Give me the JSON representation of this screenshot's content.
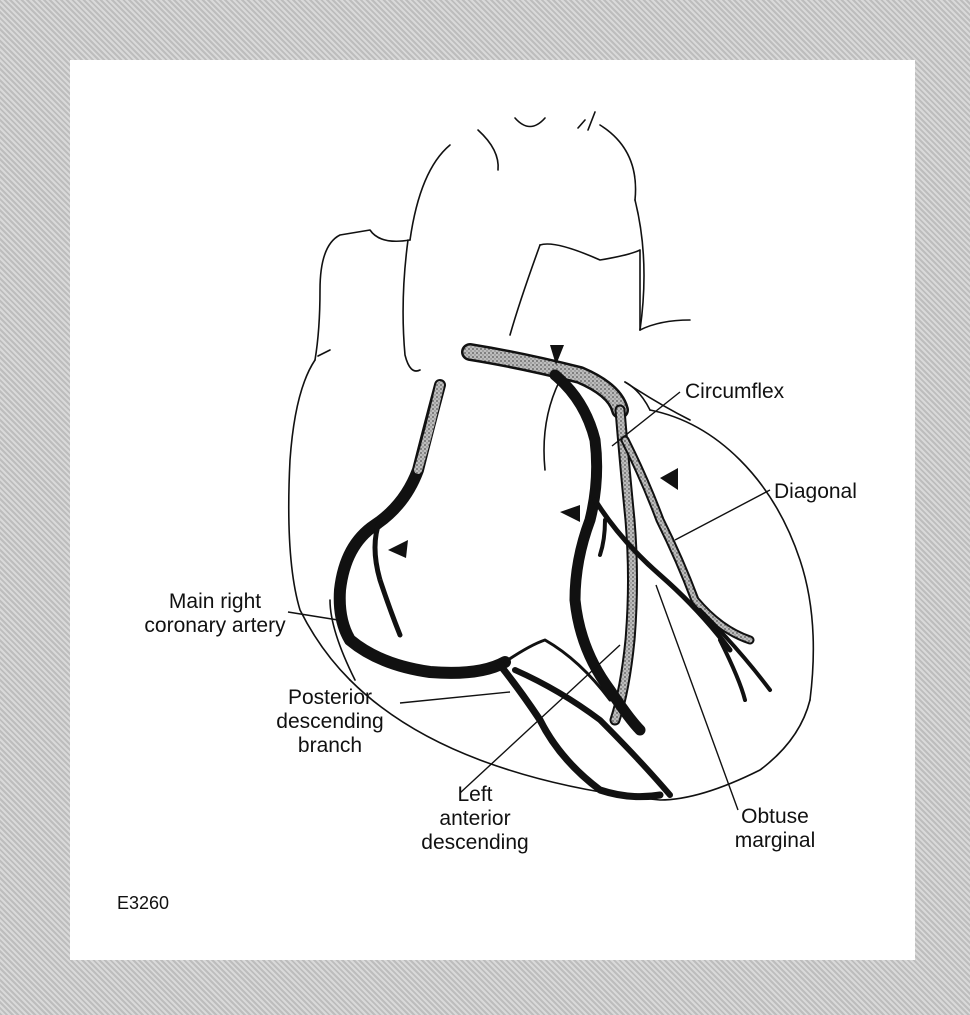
{
  "labels": {
    "circumflex": "Circumflex",
    "diagonal": "Diagonal",
    "main_right": "Main right\ncoronary artery",
    "posterior": "Posterior\ndescending\nbranch",
    "lad": "Left\nanterior\ndescending",
    "obtuse": "Obtuse\nmarginal"
  },
  "figure_id": "E3260",
  "colors": {
    "ink": "#111111",
    "stipple": "#8a8a8a",
    "paper": "#ffffff",
    "border": "#c4c4c4"
  }
}
